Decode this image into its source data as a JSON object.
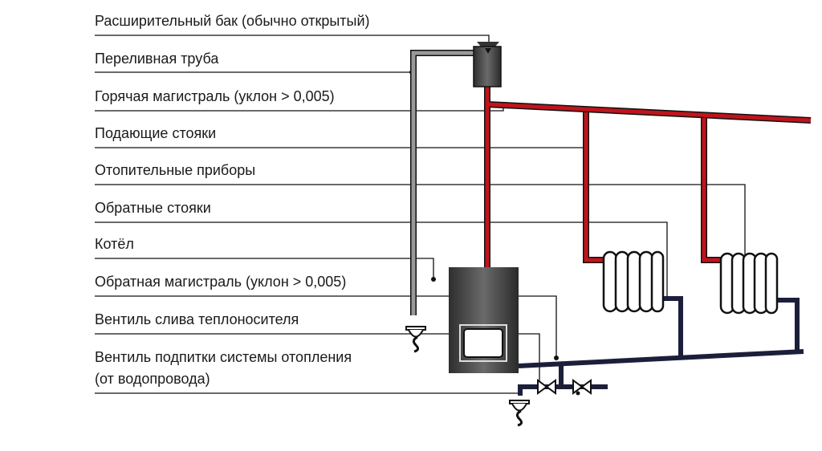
{
  "labels": [
    "Расширительный бак (обычно открытый)",
    "Переливная труба",
    "Горячая магистраль (уклон > 0,005)",
    "Подающие стояки",
    "Отопительные приборы",
    "Обратные стояки",
    "Котёл",
    "Обратная магистраль (уклон > 0,005)",
    "Вентиль слива теплоносителя",
    "Вентиль подпитки системы отопления",
    "(от водопровода)"
  ],
  "colors": {
    "hot": "#c0141c",
    "return": "#1c1f3a",
    "overflow": "#8a8a8a",
    "boiler": "#3a3a3a"
  }
}
